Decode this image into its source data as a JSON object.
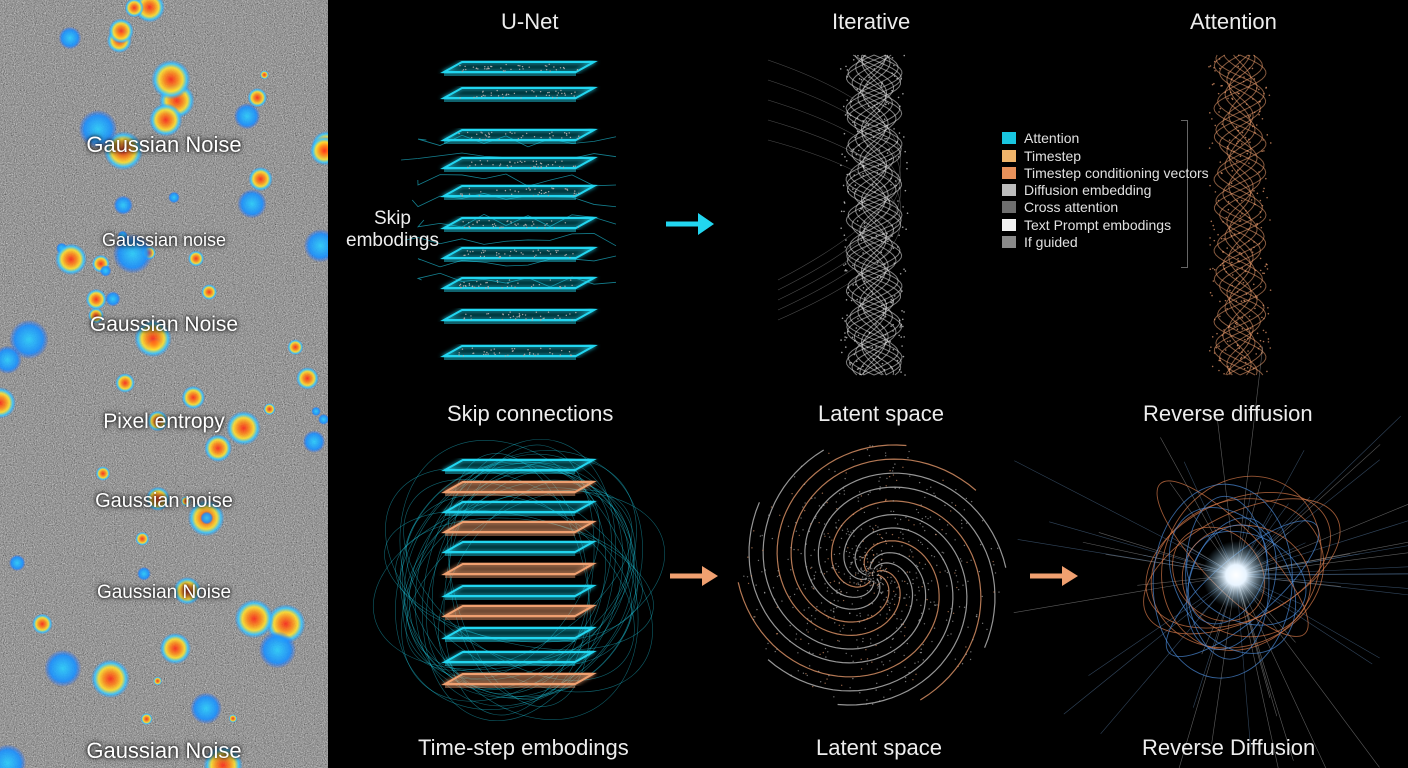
{
  "noise_labels": [
    "Gaussian Noise",
    "Gaussian noise",
    "Gaussian Noise",
    "Pixel entropy",
    "Gaussian noise",
    "Gaussian Noise",
    "Gaussian Noise"
  ],
  "titles": {
    "col1": "U-Net",
    "col2": "Iterative",
    "col3": "Attention"
  },
  "skip_label": [
    "Skip",
    "embodings"
  ],
  "captions": {
    "top1": "Skip connections",
    "top2": "Latent space",
    "top3": "Reverse diffusion",
    "bottom1": "Time-step embodings",
    "bottom2": "Latent space",
    "bottom3": "Reverse Diffusion"
  },
  "legend": [
    {
      "label": "Attention",
      "color": "#19c6e0"
    },
    {
      "label": "Timestep",
      "color": "#f0b46a"
    },
    {
      "label": "Timestep conditioning vectors",
      "color": "#e8915a"
    },
    {
      "label": "Diffusion embedding",
      "color": "#bcbcbc"
    },
    {
      "label": "Cross attention",
      "color": "#6e6e6e"
    },
    {
      "label": "Text Prompt embodings",
      "color": "#f2f2f2"
    },
    {
      "label": "If guided",
      "color": "#8a8a8a"
    }
  ],
  "colors": {
    "cyan": "#22d6f0",
    "orange": "#f0a070",
    "white": "#e6e6e6"
  }
}
